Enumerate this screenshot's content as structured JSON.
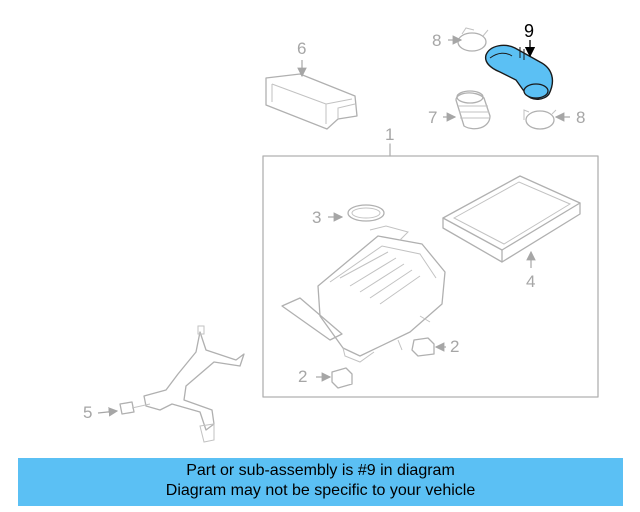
{
  "labels": {
    "l1": "1",
    "l2a": "2",
    "l2b": "2",
    "l3": "3",
    "l4": "4",
    "l5": "5",
    "l6": "6",
    "l7": "7",
    "l8a": "8",
    "l8b": "8",
    "l9": "9"
  },
  "highlight_color": "#5bc0f4",
  "banner": {
    "line1": "Part or sub-assembly is #9 in diagram",
    "line2": "Diagram may not be specific to your vehicle",
    "color": "#5bc0f4"
  }
}
